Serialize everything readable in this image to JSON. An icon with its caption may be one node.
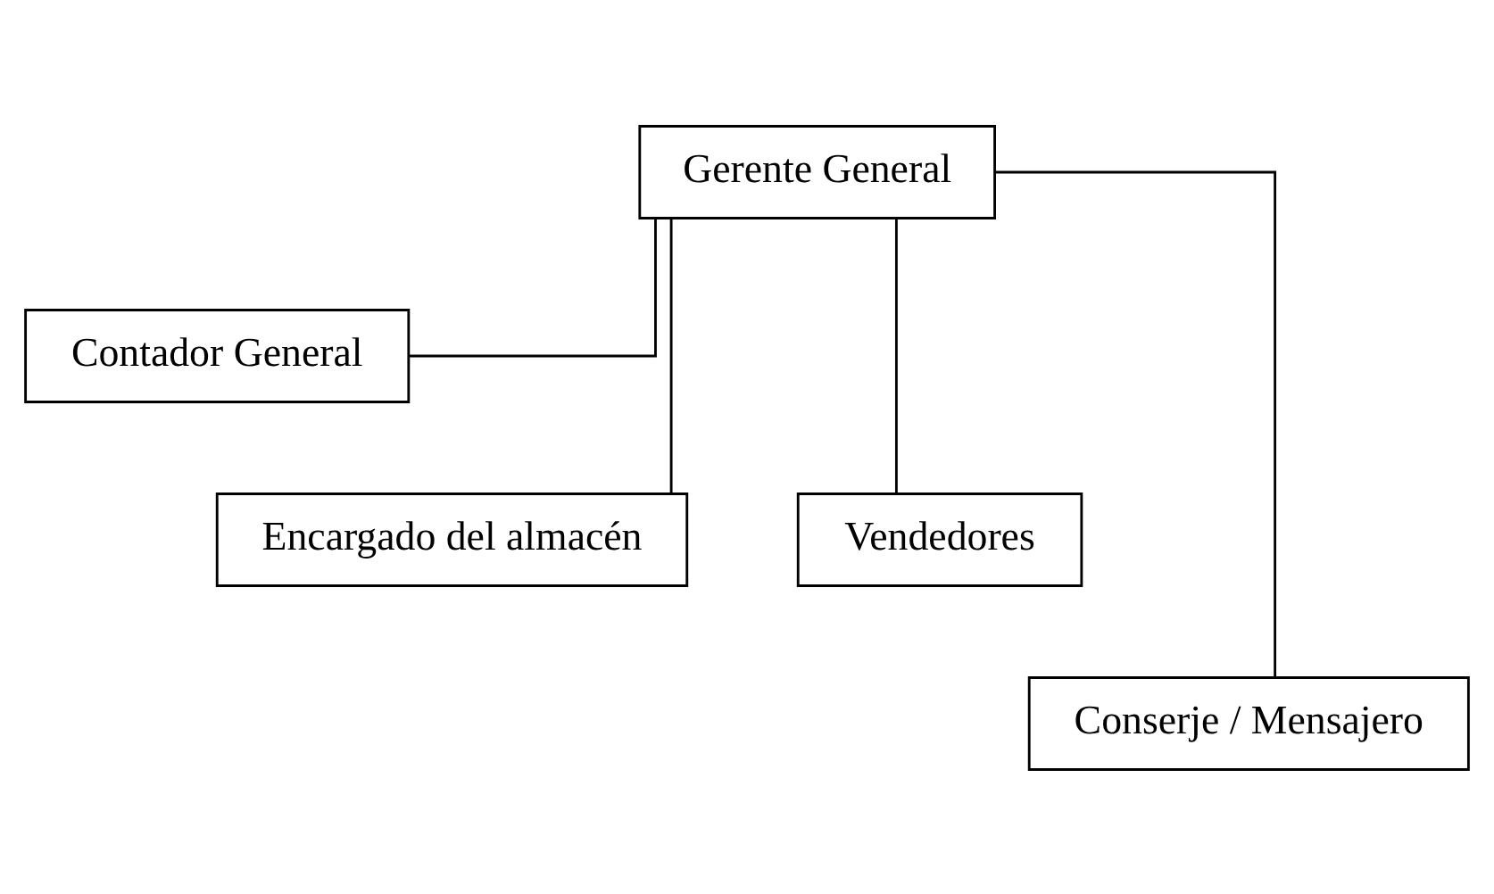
{
  "diagram": {
    "nodes": [
      {
        "text": [
          "Gerente General"
        ]
      },
      {
        "text": [
          "Contador General"
        ]
      },
      {
        "text": [
          "Encargado del almacén"
        ]
      },
      {
        "text": [
          "Vendedores"
        ]
      },
      {
        "text": [
          "Conserje / Mensajero"
        ]
      }
    ],
    "edges": [
      {
        "from": 0,
        "to": 1,
        "arrow": "none"
      },
      {
        "from": 0,
        "to": 2,
        "arrow": "none"
      },
      {
        "from": 0,
        "to": 3,
        "arrow": "none"
      },
      {
        "from": 0,
        "to": 4,
        "arrow": "none"
      }
    ]
  }
}
